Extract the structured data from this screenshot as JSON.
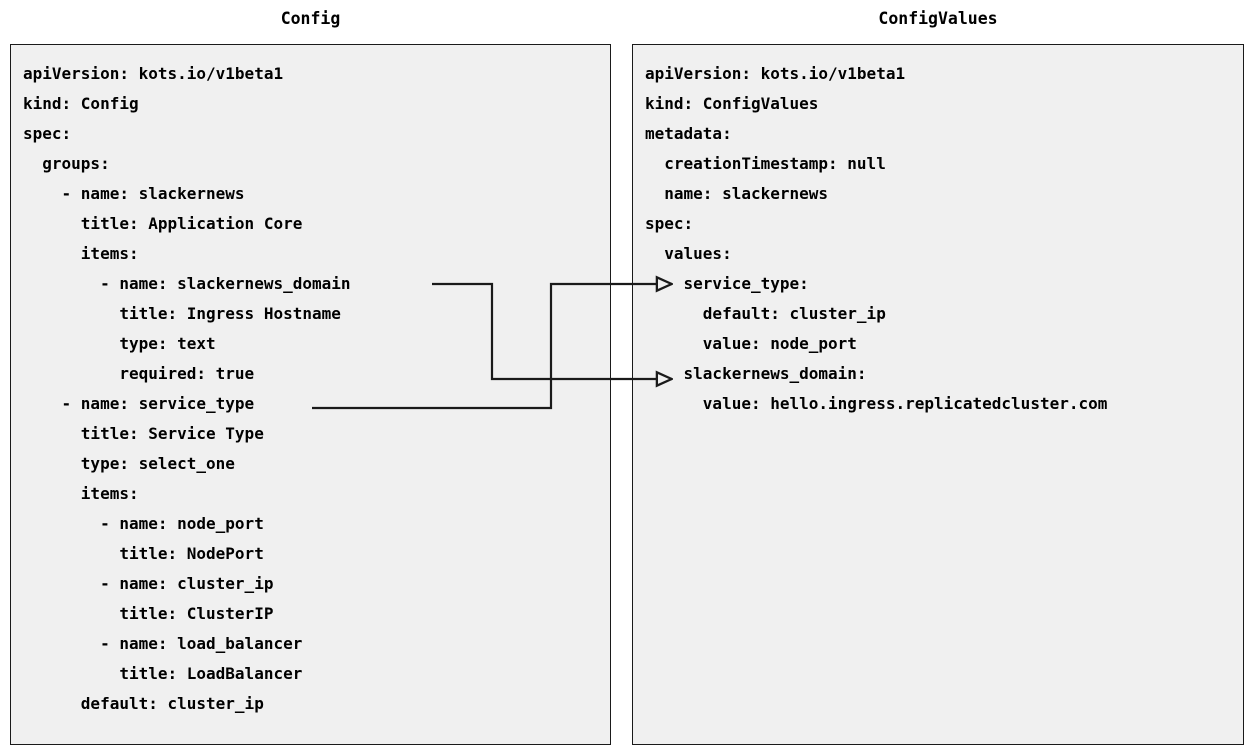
{
  "panels": {
    "config": {
      "title": "Config",
      "lines": [
        "apiVersion: kots.io/v1beta1",
        "kind: Config",
        "spec:",
        "  groups:",
        "    - name: slackernews",
        "      title: Application Core",
        "      items:",
        "        - name: slackernews_domain",
        "          title: Ingress Hostname",
        "          type: text",
        "          required: true",
        "    - name: service_type",
        "      title: Service Type",
        "      type: select_one",
        "      items:",
        "        - name: node_port",
        "          title: NodePort",
        "        - name: cluster_ip",
        "          title: ClusterIP",
        "        - name: load_balancer",
        "          title: LoadBalancer",
        "      default: cluster_ip"
      ],
      "text": "apiVersion: kots.io/v1beta1\nkind: Config\nspec:\n  groups:\n    - name: slackernews\n      title: Application Core\n      items:\n        - name: slackernews_domain\n          title: Ingress Hostname\n          type: text\n          required: true\n    - name: service_type\n      title: Service Type\n      type: select_one\n      items:\n        - name: node_port\n          title: NodePort\n        - name: cluster_ip\n          title: ClusterIP\n        - name: load_balancer\n          title: LoadBalancer\n      default: cluster_ip"
    },
    "configvalues": {
      "title": "ConfigValues",
      "lines": [
        "apiVersion: kots.io/v1beta1",
        "kind: ConfigValues",
        "metadata:",
        "  creationTimestamp: null",
        "  name: slackernews",
        "spec:",
        "  values:",
        "    service_type:",
        "      default: cluster_ip",
        "      value: node_port",
        "    slackernews_domain:",
        "      value: hello.ingress.replicatedcluster.com"
      ],
      "text": "apiVersion: kots.io/v1beta1\nkind: ConfigValues\nmetadata:\n  creationTimestamp: null\n  name: slackernews\nspec:\n  values:\n    service_type:\n      default: cluster_ip\n      value: node_port\n    slackernews_domain:\n      value: hello.ingress.replicatedcluster.com"
    }
  },
  "connectors": [
    {
      "name": "slackernews-domain-link",
      "from": "slackernews_domain",
      "to": "slackernews_domain"
    },
    {
      "name": "service-type-link",
      "from": "service_type",
      "to": "service_type"
    }
  ],
  "colors": {
    "panel_background": "#f0f0f0",
    "panel_border": "#1a1a1a",
    "text": "#000000",
    "connector": "#1a1a1a",
    "page_background": "#ffffff"
  }
}
